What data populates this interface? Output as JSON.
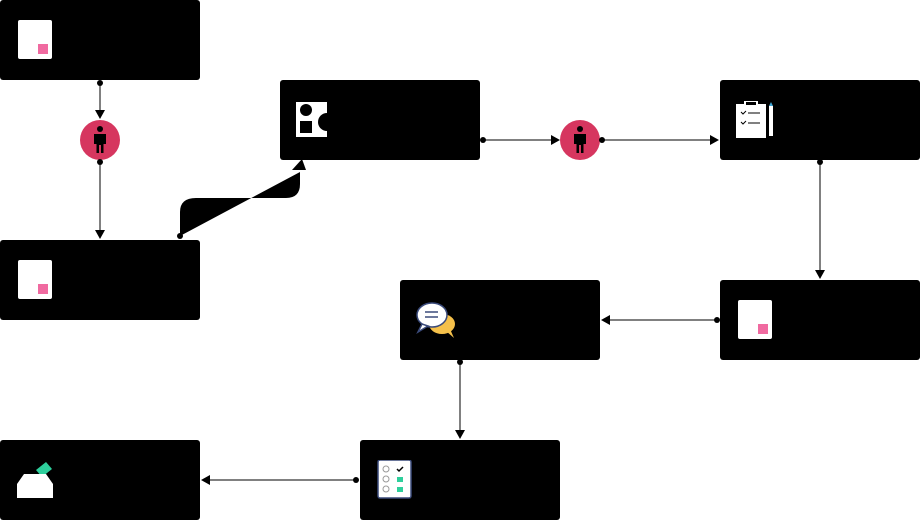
{
  "nodes": [
    {
      "id": "n1",
      "label": "",
      "icon": "document-icon"
    },
    {
      "id": "n2",
      "label": "",
      "icon": "shapes-icon"
    },
    {
      "id": "n3",
      "label": "",
      "icon": "clipboard-pencil-icon"
    },
    {
      "id": "n4",
      "label": "",
      "icon": "document-icon"
    },
    {
      "id": "n5",
      "label": "",
      "icon": "document-icon"
    },
    {
      "id": "n6",
      "label": "",
      "icon": "chat-bubbles-icon"
    },
    {
      "id": "n7",
      "label": "",
      "icon": "checklist-icon"
    },
    {
      "id": "n8",
      "label": "",
      "icon": "ballot-box-icon"
    }
  ],
  "actors": [
    {
      "id": "p1",
      "icon": "person-icon"
    },
    {
      "id": "p2",
      "icon": "person-icon"
    }
  ],
  "colors": {
    "node": "#000000",
    "actor": "#d6365f",
    "accent_pink": "#f06aa0",
    "accent_green": "#2ecf9c",
    "accent_yellow": "#f5c04a"
  }
}
